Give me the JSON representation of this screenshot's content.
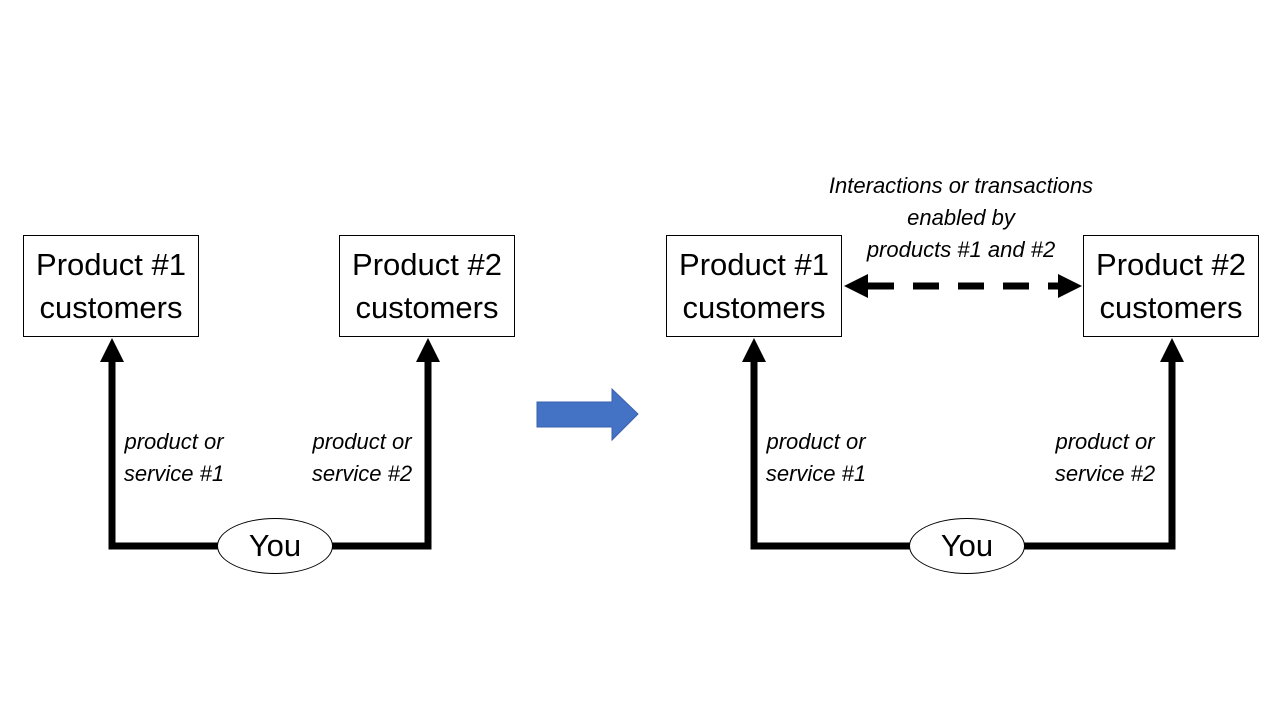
{
  "left_diagram": {
    "product1_box": {
      "line1": "Product #1",
      "line2": "customers"
    },
    "product2_box": {
      "line1": "Product #2",
      "line2": "customers"
    },
    "you_label": "You",
    "edge1_label": {
      "line1": "product or",
      "line2": "service #1"
    },
    "edge2_label": {
      "line1": "product or",
      "line2": "service #2"
    }
  },
  "right_diagram": {
    "product1_box": {
      "line1": "Product #1",
      "line2": "customers"
    },
    "product2_box": {
      "line1": "Product #2",
      "line2": "customers"
    },
    "you_label": "You",
    "edge1_label": {
      "line1": "product or",
      "line2": "service #1"
    },
    "edge2_label": {
      "line1": "product or",
      "line2": "service #2"
    },
    "interaction_label": {
      "line1": "Interactions or transactions",
      "line2": "enabled by",
      "line3": "products #1 and #2"
    }
  },
  "colors": {
    "transition_arrow": "#4472C4",
    "lines": "#000000"
  }
}
